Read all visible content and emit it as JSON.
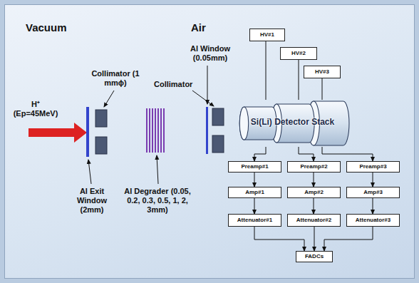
{
  "diagram": {
    "nodes": [
      {
        "text": [
          "HV#1"
        ]
      },
      {
        "text": [
          "HV#2"
        ]
      },
      {
        "text": [
          "HV#3"
        ]
      },
      {
        "text": [
          "Si(Li) Detector Stack"
        ]
      },
      {
        "text": [
          "Preamp#1"
        ]
      },
      {
        "text": [
          "Preamp#2"
        ]
      },
      {
        "text": [
          "Preamp#3"
        ]
      },
      {
        "text": [
          "Amp#1"
        ]
      },
      {
        "text": [
          "Amp#2"
        ]
      },
      {
        "text": [
          "Amp#3"
        ]
      },
      {
        "text": [
          "Attenuator#1"
        ]
      },
      {
        "text": [
          "Attenuator#2"
        ]
      },
      {
        "text": [
          "Attenuator#3"
        ]
      },
      {
        "text": [
          "FADCs"
        ]
      }
    ],
    "edges": [
      {
        "from": 0,
        "to": 3,
        "arrow": "none"
      },
      {
        "from": 1,
        "to": 3,
        "arrow": "none"
      },
      {
        "from": 2,
        "to": 3,
        "arrow": "none"
      },
      {
        "from": 3,
        "to": 4,
        "arrow": "to"
      },
      {
        "from": 3,
        "to": 5,
        "arrow": "to"
      },
      {
        "from": 3,
        "to": 6,
        "arrow": "to"
      },
      {
        "from": 4,
        "to": 7,
        "arrow": "to"
      },
      {
        "from": 5,
        "to": 8,
        "arrow": "to"
      },
      {
        "from": 6,
        "to": 9,
        "arrow": "to"
      },
      {
        "from": 7,
        "to": 10,
        "arrow": "to"
      },
      {
        "from": 8,
        "to": 11,
        "arrow": "to"
      },
      {
        "from": 9,
        "to": 12,
        "arrow": "to"
      },
      {
        "from": 10,
        "to": 13,
        "arrow": "to"
      },
      {
        "from": 11,
        "to": 13,
        "arrow": "to"
      },
      {
        "from": 12,
        "to": 13,
        "arrow": "to"
      }
    ],
    "labels": [
      "Vacuum",
      "Air",
      "H⁺ (Ep=45MeV)",
      "Collimator (1 mmϕ)",
      "Al Exit Window (2mm)",
      "Al Degrader (0.05, 0.2, 0.3, 0.5, 1, 2, 3mm)",
      "Al Window (0.05mm)",
      "Collimator"
    ]
  }
}
